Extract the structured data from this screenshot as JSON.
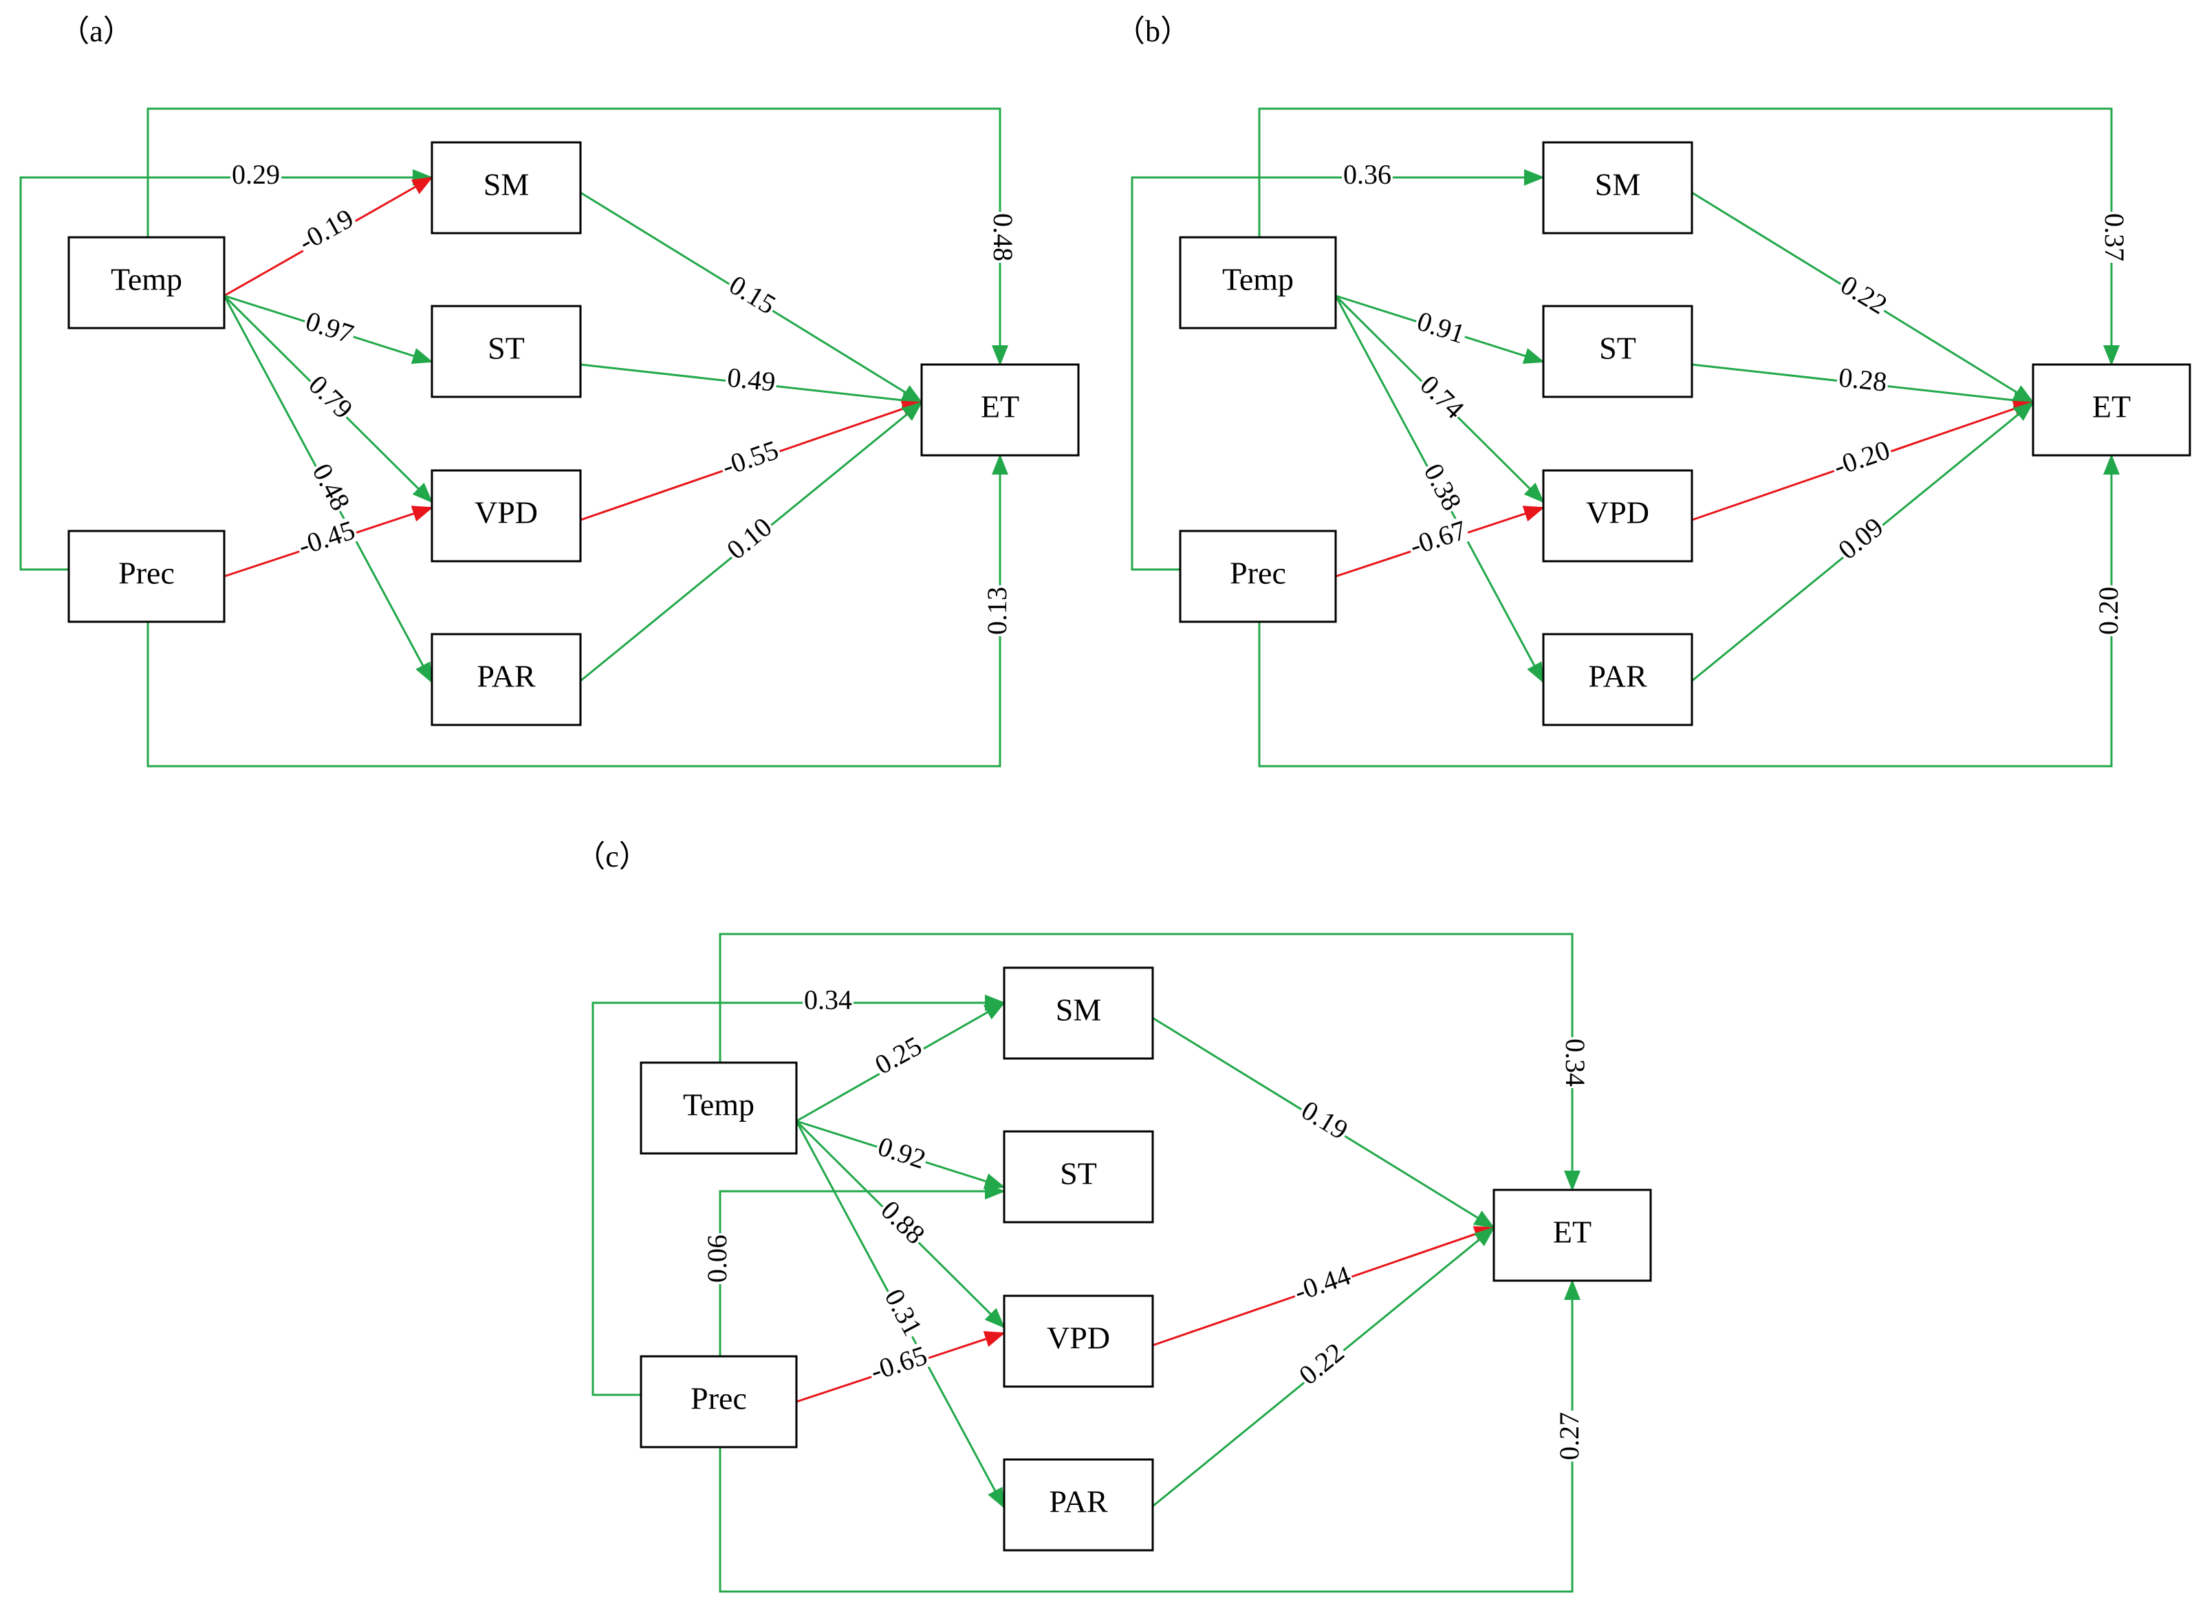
{
  "colors": {
    "positive": "#22a84a",
    "negative": "#e8161b",
    "box": "#000000"
  },
  "panels": [
    {
      "id": "a",
      "label": "（a）",
      "nodes": {
        "Temp": "Temp",
        "Prec": "Prec",
        "SM": "SM",
        "ST": "ST",
        "VPD": "VPD",
        "PAR": "PAR",
        "ET": "ET"
      },
      "paths": [
        {
          "from": "Temp",
          "to": "ET",
          "value": "0.48",
          "sign": "positive"
        },
        {
          "from": "Prec",
          "to": "SM",
          "value": "0.29",
          "sign": "positive"
        },
        {
          "from": "Temp",
          "to": "SM",
          "value": "-0.19",
          "sign": "negative"
        },
        {
          "from": "Temp",
          "to": "ST",
          "value": "0.97",
          "sign": "positive"
        },
        {
          "from": "Temp",
          "to": "VPD",
          "value": "0.79",
          "sign": "positive"
        },
        {
          "from": "Temp",
          "to": "PAR",
          "value": "0.48",
          "sign": "positive"
        },
        {
          "from": "Prec",
          "to": "VPD",
          "value": "-0.45",
          "sign": "negative"
        },
        {
          "from": "SM",
          "to": "ET",
          "value": "0.15",
          "sign": "positive"
        },
        {
          "from": "ST",
          "to": "ET",
          "value": "0.49",
          "sign": "positive"
        },
        {
          "from": "VPD",
          "to": "ET",
          "value": "-0.55",
          "sign": "negative"
        },
        {
          "from": "PAR",
          "to": "ET",
          "value": "0.10",
          "sign": "positive"
        },
        {
          "from": "Prec",
          "to": "ET",
          "value": "0.13",
          "sign": "positive"
        }
      ]
    },
    {
      "id": "b",
      "label": "（b）",
      "nodes": {
        "Temp": "Temp",
        "Prec": "Prec",
        "SM": "SM",
        "ST": "ST",
        "VPD": "VPD",
        "PAR": "PAR",
        "ET": "ET"
      },
      "paths": [
        {
          "from": "Temp",
          "to": "ET",
          "value": "0.37",
          "sign": "positive"
        },
        {
          "from": "Prec",
          "to": "SM",
          "value": "0.36",
          "sign": "positive"
        },
        {
          "from": "Temp",
          "to": "ST",
          "value": "0.91",
          "sign": "positive"
        },
        {
          "from": "Temp",
          "to": "VPD",
          "value": "0.74",
          "sign": "positive"
        },
        {
          "from": "Temp",
          "to": "PAR",
          "value": "0.38",
          "sign": "positive"
        },
        {
          "from": "Prec",
          "to": "VPD",
          "value": "-0.67",
          "sign": "negative"
        },
        {
          "from": "SM",
          "to": "ET",
          "value": "0.22",
          "sign": "positive"
        },
        {
          "from": "ST",
          "to": "ET",
          "value": "0.28",
          "sign": "positive"
        },
        {
          "from": "VPD",
          "to": "ET",
          "value": "-0.20",
          "sign": "negative"
        },
        {
          "from": "PAR",
          "to": "ET",
          "value": "0.09",
          "sign": "positive"
        },
        {
          "from": "Prec",
          "to": "ET",
          "value": "0.20",
          "sign": "positive"
        }
      ]
    },
    {
      "id": "c",
      "label": "（c）",
      "nodes": {
        "Temp": "Temp",
        "Prec": "Prec",
        "SM": "SM",
        "ST": "ST",
        "VPD": "VPD",
        "PAR": "PAR",
        "ET": "ET"
      },
      "paths": [
        {
          "from": "Temp",
          "to": "ET",
          "value": "0.34",
          "sign": "positive"
        },
        {
          "from": "Prec",
          "to": "SM",
          "value": "0.34",
          "sign": "positive"
        },
        {
          "from": "Temp",
          "to": "SM",
          "value": "0.25",
          "sign": "positive"
        },
        {
          "from": "Temp",
          "to": "ST",
          "value": "0.92",
          "sign": "positive"
        },
        {
          "from": "Temp",
          "to": "VPD",
          "value": "0.88",
          "sign": "positive"
        },
        {
          "from": "Temp",
          "to": "PAR",
          "value": "0.31",
          "sign": "positive"
        },
        {
          "from": "Prec",
          "to": "ST",
          "value": "0.06",
          "sign": "positive"
        },
        {
          "from": "Prec",
          "to": "VPD",
          "value": "-0.65",
          "sign": "negative"
        },
        {
          "from": "SM",
          "to": "ET",
          "value": "0.19",
          "sign": "positive"
        },
        {
          "from": "VPD",
          "to": "ET",
          "value": "-0.44",
          "sign": "negative"
        },
        {
          "from": "PAR",
          "to": "ET",
          "value": "0.22",
          "sign": "positive"
        },
        {
          "from": "Prec",
          "to": "ET",
          "value": "0.27",
          "sign": "positive"
        }
      ]
    }
  ]
}
